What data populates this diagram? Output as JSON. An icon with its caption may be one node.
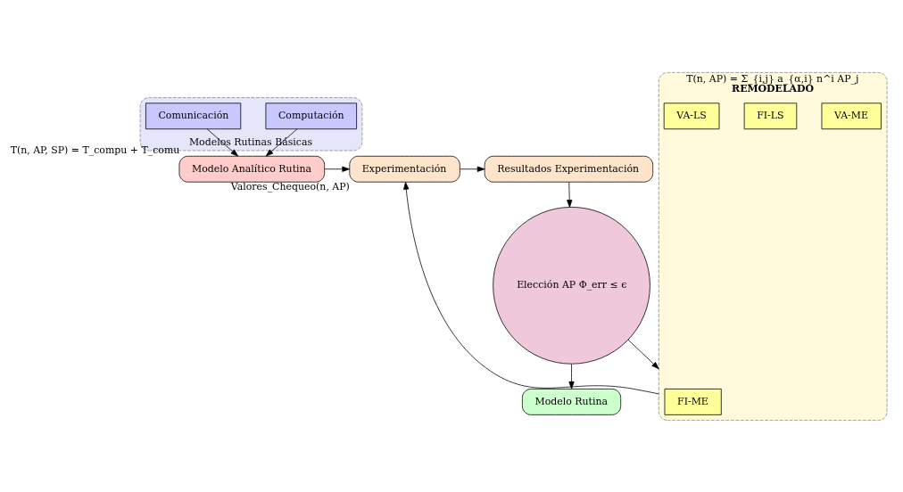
{
  "diagram": {
    "nodes": [
      {
        "text": [
          "Modelo Analítico Rutina"
        ],
        "beside": [
          "T(n, AP, SP) = T_compu + T_comu"
        ]
      },
      {
        "text": [
          "Modelos Rutinas Básicas"
        ]
      },
      {
        "text": [
          "Computación"
        ],
        "in": 1
      },
      {
        "text": [
          "Comunicación"
        ],
        "in": 1
      },
      {
        "text": [
          "Experimentación"
        ],
        "beside": [
          "Valores_Chequeo(n, AP)"
        ]
      },
      {
        "text": [
          "Resultados Experimentación"
        ]
      },
      {
        "text": [
          "T(n, AP) = Σ_{i,j} a_{α,i} n^i AP_j",
          "REMODELADO"
        ]
      },
      {
        "text": [
          "FI-ME"
        ],
        "in": 6
      },
      {
        "text": [
          "VA-ME"
        ],
        "in": 6
      },
      {
        "text": [
          "FI-LS"
        ],
        "in": 6
      },
      {
        "text": [
          "VA-LS"
        ],
        "in": 6
      },
      {
        "text": [
          "Elección AP Φ_err ≤ ϵ"
        ]
      },
      {
        "text": [
          "Modelo Rutina"
        ]
      }
    ],
    "edges": [
      {
        "from": 2,
        "to": 0,
        "arrow": "to"
      },
      {
        "from": 3,
        "to": 0,
        "arrow": "to"
      },
      {
        "from": 0,
        "to": 4,
        "arrow": "to"
      },
      {
        "from": 4,
        "to": 5,
        "arrow": "to"
      },
      {
        "from": 6,
        "to": 4,
        "arrow": "to"
      },
      {
        "from": 5,
        "to": 11,
        "arrow": "to"
      },
      {
        "from": 11,
        "to": 6,
        "arrow": "to"
      },
      {
        "from": 11,
        "to": 12,
        "arrow": "to"
      }
    ]
  }
}
